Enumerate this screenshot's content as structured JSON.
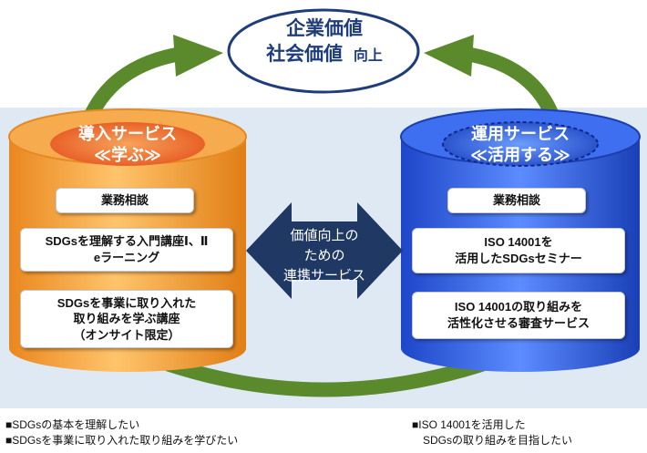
{
  "top_goal": {
    "line1": "企業価値",
    "line2": "社会価値",
    "suffix": "向上"
  },
  "left_cylinder": {
    "title_line1": "導入サービス",
    "title_line2": "≪学ぶ≫",
    "items": [
      {
        "lines": [
          "業務相談"
        ]
      },
      {
        "lines": [
          "SDGsを理解する入門講座Ⅰ、Ⅱ",
          "eラーニング"
        ]
      },
      {
        "lines": [
          "SDGsを事業に取り入れた",
          "取り組みを学ぶ講座",
          "（オンサイト限定）"
        ]
      }
    ]
  },
  "right_cylinder": {
    "title_line1": "運用サービス",
    "title_line2": "≪活用する≫",
    "items": [
      {
        "lines": [
          "業務相談"
        ]
      },
      {
        "lines": [
          "ISO 14001を",
          "活用したSDGsセミナー"
        ]
      },
      {
        "lines": [
          "ISO 14001の取り組みを",
          "活性化させる審査サービス"
        ]
      }
    ]
  },
  "center_arrow": {
    "line1": "価値向上の",
    "line2": "ための",
    "line3": "連携サービス"
  },
  "bullets_left": [
    "■SDGsの基本を理解したい",
    "■SDGsを事業に取り入れた取り組みを学びたい"
  ],
  "bullets_right": [
    "■ISO 14001を活用した",
    "SDGsの取り組みを目指したい"
  ],
  "colors": {
    "orange": "#f5a23a",
    "blue": "#2a63e0",
    "green": "#5a8a2c",
    "navy": "#1f3d7a",
    "panel": "#dfe9f4"
  }
}
